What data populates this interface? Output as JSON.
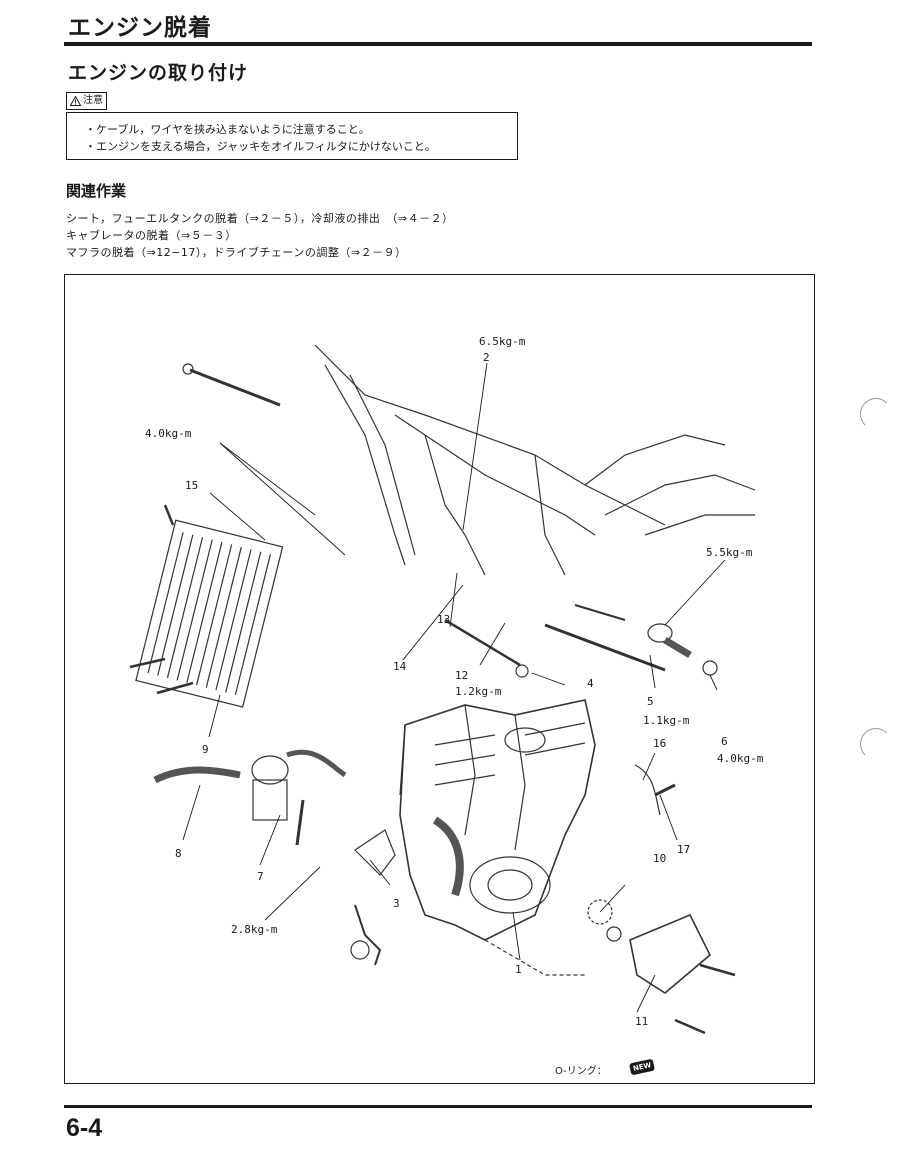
{
  "header": {
    "section_title": "エンジン脱着",
    "subsection_title": "エンジンの取り付け"
  },
  "caution": {
    "tag_label": "注意",
    "items": [
      "・ケーブル，ワイヤを挟み込まないように注意すること。",
      "・エンジンを支える場合，ジャッキをオイルフィルタにかけないこと。"
    ]
  },
  "related_work": {
    "heading": "関連作業",
    "lines": [
      "シート，フューエルタンクの脱着（⇒２－５），冷却液の排出　（⇒４－２）",
      "キャブレータの脱着（⇒５－３）",
      "マフラの脱着（⇒12−17），ドライブチェーンの調整（⇒２－９）"
    ]
  },
  "figure": {
    "callouts": {
      "c1": "1",
      "c2": "2",
      "c3": "3",
      "c4": "4",
      "c5": "5",
      "c6": "6",
      "c7": "7",
      "c8": "8",
      "c9": "9",
      "c10": "10",
      "c11": "11",
      "c12": "12",
      "c13": "13",
      "c14": "14",
      "c15": "15",
      "c16": "16",
      "c17": "17"
    },
    "torques": {
      "t_top": "6.5kg-m",
      "t_upper_left": "4.0kg-m",
      "t_right": "5.5kg-m",
      "t_12": "1.2kg-m",
      "t_5": "1.1kg-m",
      "t_6": "4.0kg-m",
      "t_left_bottom": "2.8kg-m"
    },
    "legend_label": "O-リング：",
    "new_badge": "NEW"
  },
  "footer": {
    "page_number": "6-4"
  }
}
